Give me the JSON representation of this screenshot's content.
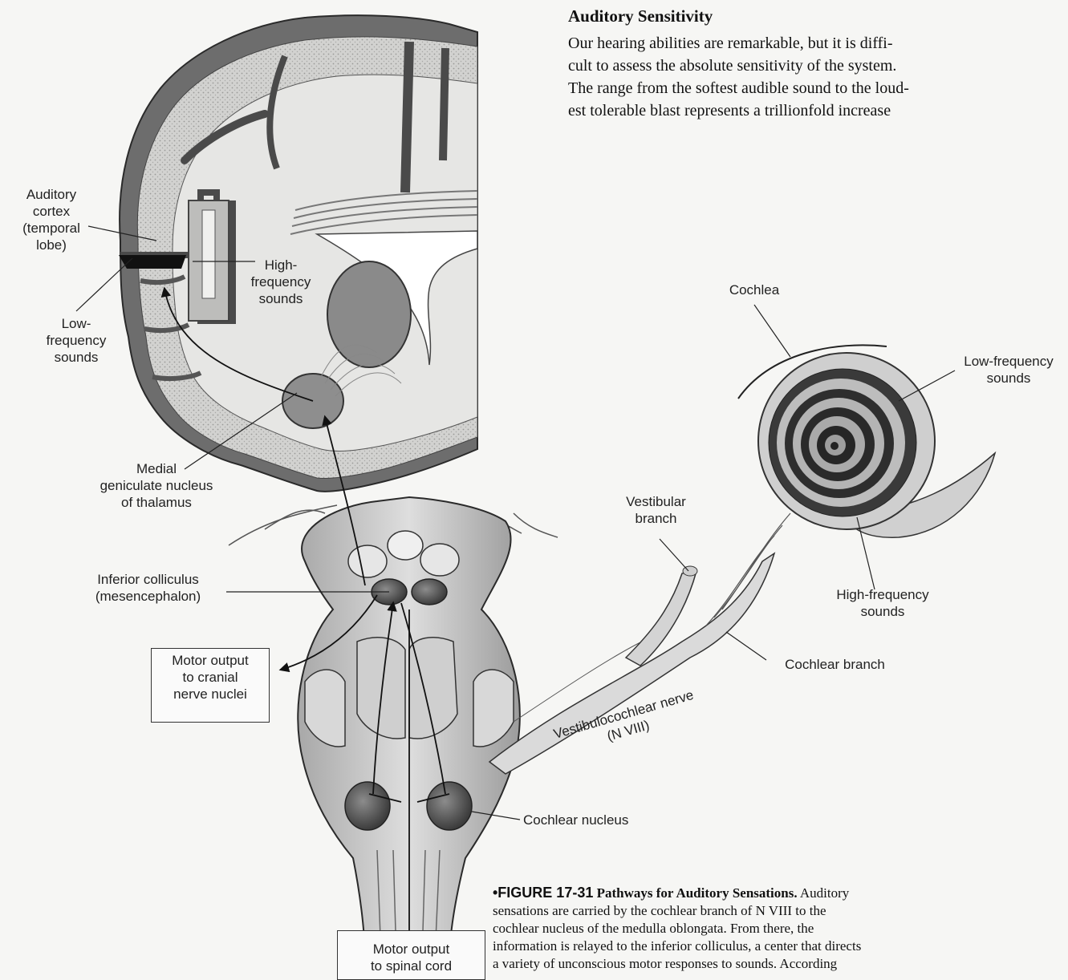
{
  "text_block": {
    "heading": "Auditory Sensitivity",
    "lines": [
      "Our hearing abilities are remarkable, but it is diffi-",
      "cult to assess the absolute sensitivity of the system.",
      "The range from the softest audible sound to the loud-",
      "est tolerable blast represents a trillionfold increase"
    ]
  },
  "labels": {
    "auditory_cortex": [
      "Auditory",
      "cortex",
      "(temporal",
      "lobe)"
    ],
    "high_freq_cortex": [
      "High-",
      "frequency",
      "sounds"
    ],
    "low_freq_cortex": [
      "Low-",
      "frequency",
      "sounds"
    ],
    "medial_geniculate": [
      "Medial",
      "geniculate nucleus",
      "of thalamus"
    ],
    "inferior_colliculus": [
      "Inferior colliculus",
      "(mesencephalon)"
    ],
    "cochlea": "Cochlea",
    "low_freq_cochlea": [
      "Low-frequency",
      "sounds"
    ],
    "high_freq_cochlea": [
      "High-frequency",
      "sounds"
    ],
    "vestibular_branch": [
      "Vestibular",
      "branch"
    ],
    "cochlear_branch": "Cochlear branch",
    "vestibulocochlear_nerve": [
      "Vestibulocochlear nerve",
      "(N VIII)"
    ],
    "cochlear_nucleus": "Cochlear nucleus"
  },
  "boxes": {
    "motor_cranial": [
      "Motor output",
      "to cranial",
      "nerve nuclei"
    ],
    "motor_spinal": [
      "Motor output",
      "to spinal cord"
    ]
  },
  "caption": {
    "number": "•FIGURE 17-31",
    "title": "Pathways for Auditory Sensations.",
    "first_line_rest": "Auditory",
    "lines": [
      "sensations are carried by the cochlear branch of N VIII to the",
      "cochlear nucleus of the medulla oblongata. From there, the",
      "information is relayed to the inferior colliculus, a center that directs",
      "a variety of unconscious motor responses to sounds. According"
    ]
  }
}
